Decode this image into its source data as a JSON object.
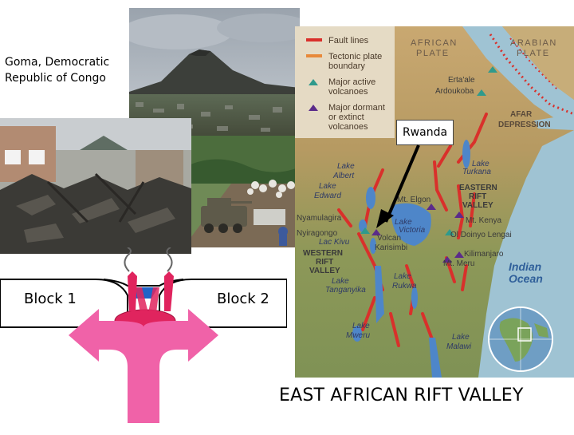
{
  "captions": {
    "goma": "Goma, Democratic Republic of Congo",
    "rwanda": "Rwanda",
    "title": "EAST AFRICAN RIFT VALLEY"
  },
  "diagram": {
    "block1": "Block 1",
    "block2": "Block 2"
  },
  "map": {
    "legend": {
      "fault_lines": "Fault lines",
      "plate_boundary_1": "Tectonic plate",
      "plate_boundary_2": "boundary",
      "active_1": "Major active",
      "active_2": "volcanoes",
      "dormant_1": "Major dormant",
      "dormant_2": "or extinct",
      "dormant_3": "volcanoes"
    },
    "plates": {
      "african_1": "AFRICAN",
      "african_2": "PLATE",
      "arabian_1": "ARABIAN",
      "arabian_2": "PLATE"
    },
    "places": {
      "ertaale": "Erta'ale",
      "ardoukoba": "Ardoukoba",
      "afar_1": "AFAR",
      "afar_2": "DEPRESSION",
      "turkana_1": "Lake",
      "turkana_2": "Turkana",
      "albert_1": "Lake",
      "albert_2": "Albert",
      "edward_1": "Lake",
      "edward_2": "Edward",
      "eastern_1": "EASTERN",
      "eastern_2": "RIFT",
      "eastern_3": "VALLEY",
      "elgon": "Mt. Elgon",
      "kenya": "Mt. Kenya",
      "victoria_1": "Lake",
      "victoria_2": "Victoria",
      "lengai": "Ol Doinyo Lengai",
      "nyamulagira": "Nyamulagira",
      "nyiragongo": "Nyiragongo",
      "kivu": "Lac Kivu",
      "volcan_1": "Volcan",
      "volcan_2": "Karisimbi",
      "western_1": "WESTERN",
      "western_2": "RIFT",
      "western_3": "VALLEY",
      "kilimanjaro": "Kilimanjaro",
      "meru": "Mt. Meru",
      "indian_1": "Indian",
      "indian_2": "Ocean",
      "tanganyika_1": "Lake",
      "tanganyika_2": "Tanganyika",
      "rukwa_1": "Lake",
      "rukwa_2": "Rukwa",
      "mweru_1": "Lake",
      "mweru_2": "Mweru",
      "malawi_1": "Lake",
      "malawi_2": "Malawi"
    }
  },
  "colors": {
    "fault": "#d9302b",
    "plate_boundary": "#e8893a",
    "active_volcano": "#2f9a8c",
    "dormant_volcano": "#5b2b8a",
    "arrow_pink": "#f062a8",
    "magma_red": "#e0245e",
    "water_blue": "#1f64c8"
  }
}
